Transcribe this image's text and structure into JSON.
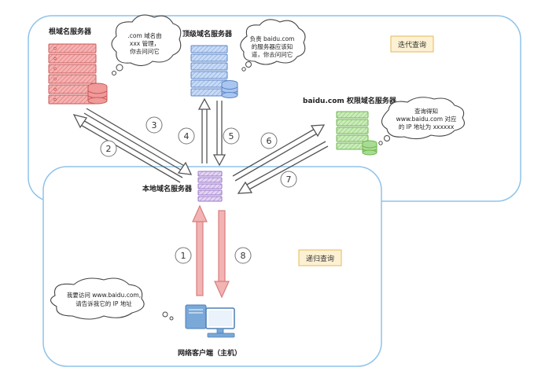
{
  "regions": {
    "iterative_label": "迭代查询",
    "recursive_label": "递归查询"
  },
  "servers": {
    "root": "根域名服务器",
    "tld": "顶级域名服务器",
    "authoritative": "baidu.com 权限域名服务器",
    "local": "本地域名服务器",
    "client": "网络客户端（主机）"
  },
  "bubbles": {
    "root": [
      ".com 域名由",
      "xxx 管理，",
      "你去问问它"
    ],
    "tld": [
      "负责 baidu.com",
      "的服务器应该知",
      "道，你去问问它"
    ],
    "authoritative": [
      "查询得知",
      "www.baidu.com 对应",
      "的 IP 地址为 xxxxxx"
    ],
    "client": [
      "我要访问 www.baidu.com,",
      "请告诉我它的 IP 地址"
    ]
  },
  "steps": [
    "1",
    "2",
    "3",
    "4",
    "5",
    "6",
    "7",
    "8"
  ],
  "colors": {
    "region_border": "#8ec3ea",
    "badge_fill": "#fdf1d3",
    "badge_border": "#e5b95c",
    "root_server": "#f09a9a",
    "tld_server": "#a9c6f0",
    "auth_server": "#a9dc93",
    "local_server": "#cbb3e6",
    "client_computer": "#7aa8d8",
    "red_arrow": "#f2b3b3"
  }
}
